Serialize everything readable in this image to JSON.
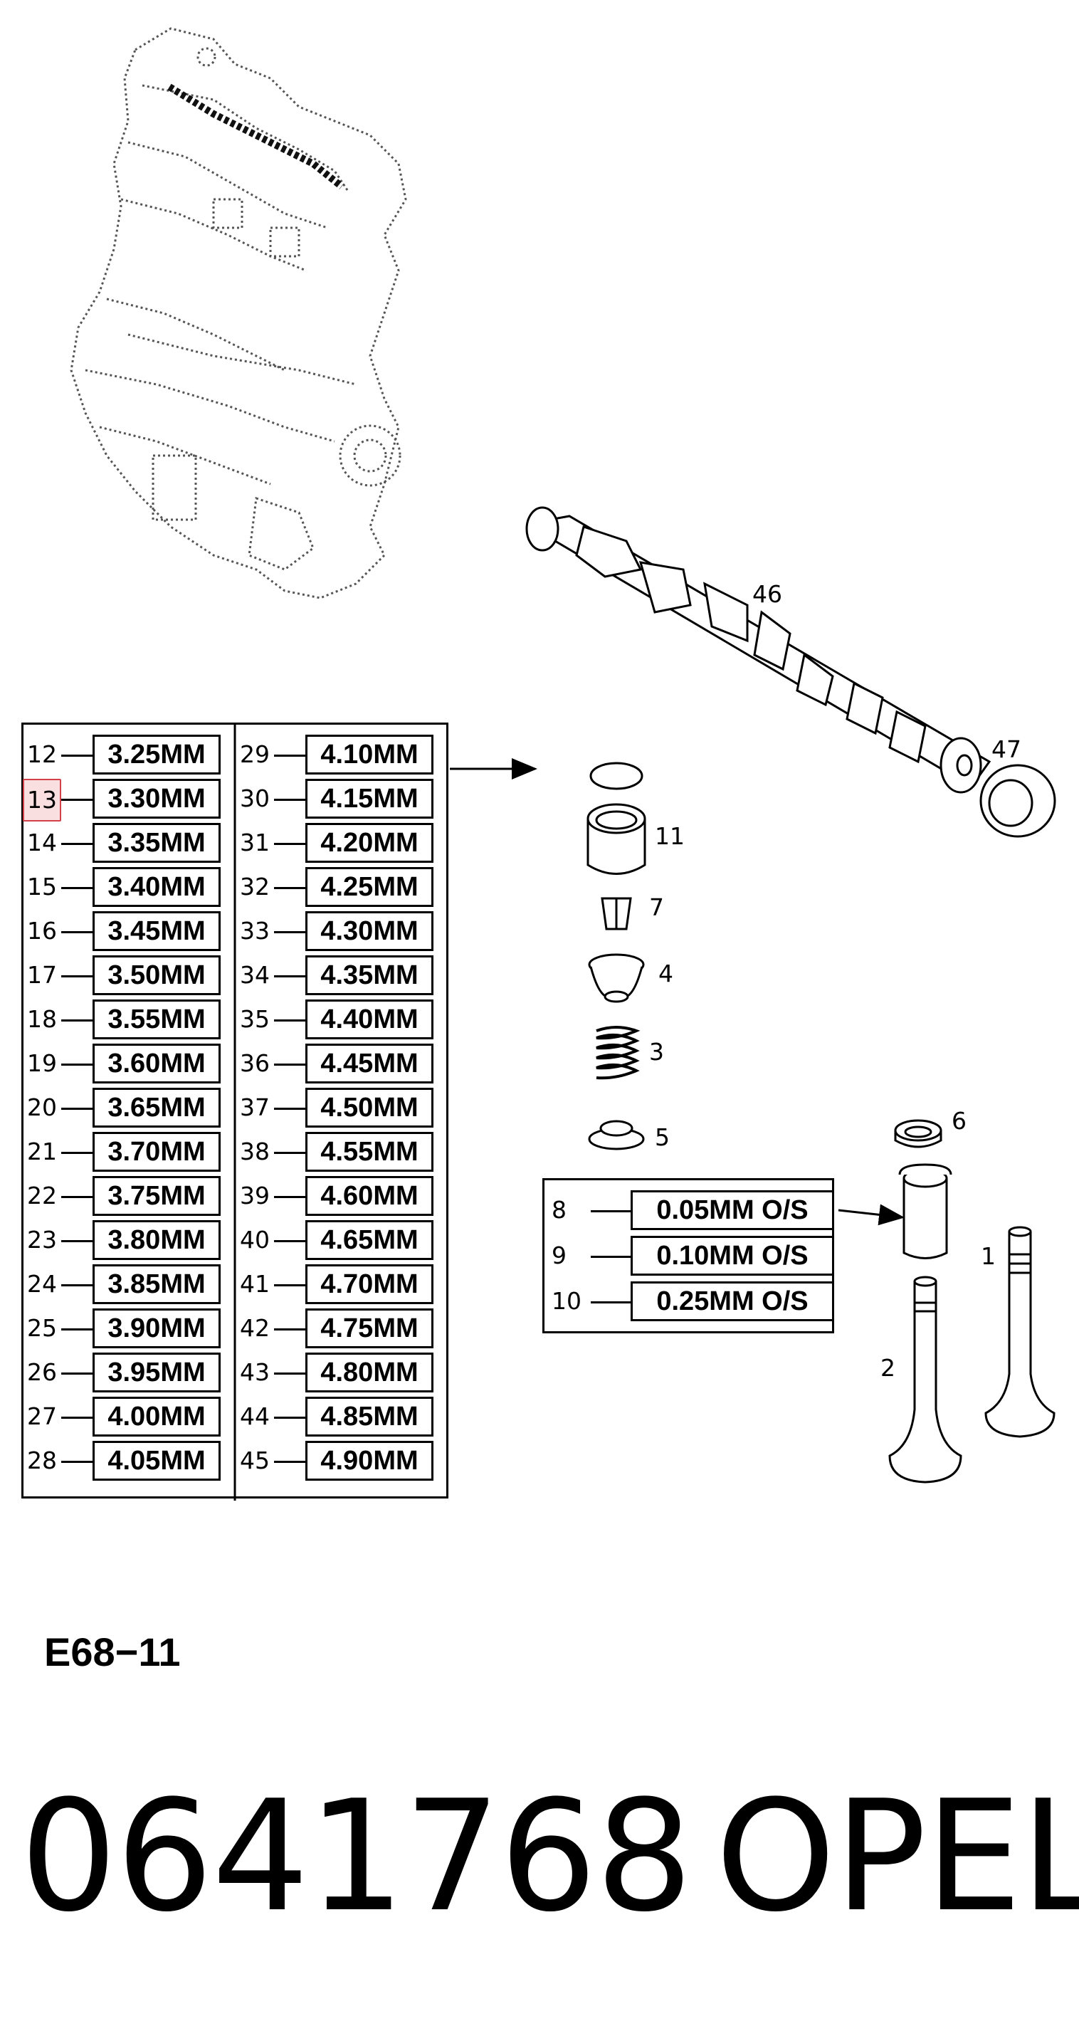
{
  "diagram": {
    "code": "E68−11"
  },
  "footer": {
    "part_number": "0641768",
    "brand": "OPEL"
  },
  "callouts": {
    "camshaft": "46",
    "seal_47": "47",
    "tappet": "11",
    "collet": "7",
    "spring_cap": "4",
    "spring": "3",
    "spring_seat": "5",
    "stem_seal": "6",
    "valve_1": "1",
    "valve_2": "2"
  },
  "shim_table": {
    "left": [
      {
        "ref": "12",
        "size": "3.25MM"
      },
      {
        "ref": "13",
        "size": "3.30MM",
        "highlighted": true
      },
      {
        "ref": "14",
        "size": "3.35MM"
      },
      {
        "ref": "15",
        "size": "3.40MM"
      },
      {
        "ref": "16",
        "size": "3.45MM"
      },
      {
        "ref": "17",
        "size": "3.50MM"
      },
      {
        "ref": "18",
        "size": "3.55MM"
      },
      {
        "ref": "19",
        "size": "3.60MM"
      },
      {
        "ref": "20",
        "size": "3.65MM"
      },
      {
        "ref": "21",
        "size": "3.70MM"
      },
      {
        "ref": "22",
        "size": "3.75MM"
      },
      {
        "ref": "23",
        "size": "3.80MM"
      },
      {
        "ref": "24",
        "size": "3.85MM"
      },
      {
        "ref": "25",
        "size": "3.90MM"
      },
      {
        "ref": "26",
        "size": "3.95MM"
      },
      {
        "ref": "27",
        "size": "4.00MM"
      },
      {
        "ref": "28",
        "size": "4.05MM"
      }
    ],
    "right": [
      {
        "ref": "29",
        "size": "4.10MM"
      },
      {
        "ref": "30",
        "size": "4.15MM"
      },
      {
        "ref": "31",
        "size": "4.20MM"
      },
      {
        "ref": "32",
        "size": "4.25MM"
      },
      {
        "ref": "33",
        "size": "4.30MM"
      },
      {
        "ref": "34",
        "size": "4.35MM"
      },
      {
        "ref": "35",
        "size": "4.40MM"
      },
      {
        "ref": "36",
        "size": "4.45MM"
      },
      {
        "ref": "37",
        "size": "4.50MM"
      },
      {
        "ref": "38",
        "size": "4.55MM"
      },
      {
        "ref": "39",
        "size": "4.60MM"
      },
      {
        "ref": "40",
        "size": "4.65MM"
      },
      {
        "ref": "41",
        "size": "4.70MM"
      },
      {
        "ref": "42",
        "size": "4.75MM"
      },
      {
        "ref": "43",
        "size": "4.80MM"
      },
      {
        "ref": "44",
        "size": "4.85MM"
      },
      {
        "ref": "45",
        "size": "4.90MM"
      }
    ]
  },
  "guide_table": [
    {
      "ref": "8",
      "size": "0.05MM O/S"
    },
    {
      "ref": "9",
      "size": "0.10MM O/S"
    },
    {
      "ref": "10",
      "size": "0.25MM O/S"
    }
  ],
  "colors": {
    "line": "#000000",
    "highlight": "#d2414a"
  }
}
